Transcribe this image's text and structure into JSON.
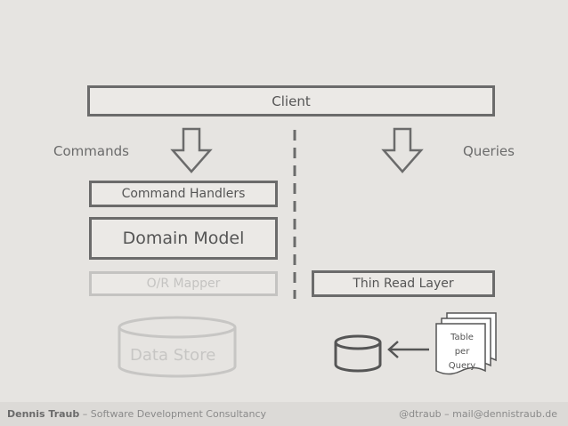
{
  "client_label": "Client",
  "commands_label": "Commands",
  "queries_label": "Queries",
  "command_handlers_label": "Command Handlers",
  "domain_model_label": "Domain Model",
  "or_mapper_label": "O/R Mapper",
  "thin_read_layer_label": "Thin Read Layer",
  "data_store_label": "Data Store",
  "document_lines": [
    "Table",
    "per",
    "Query"
  ],
  "footer": {
    "author": "Dennis Traub",
    "tagline": " – Software Development Consultancy",
    "contact": "@dtraub – mail@dennistraub.de"
  },
  "colors": {
    "background": "#e6e4e1",
    "stroke": "#6b6b6b",
    "faded": "#c4c3c1"
  }
}
